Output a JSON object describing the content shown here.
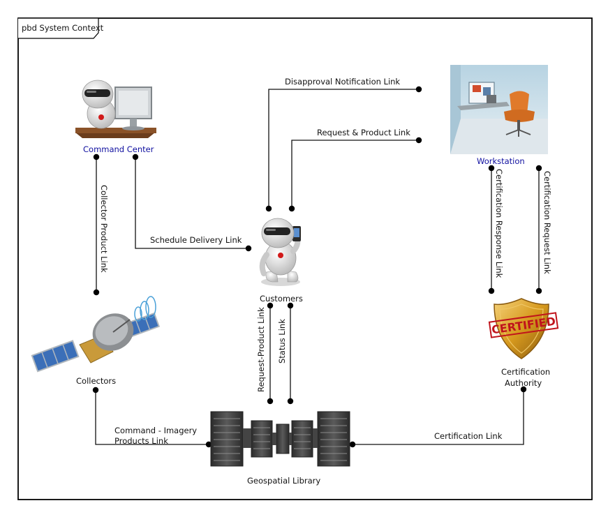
{
  "frame": {
    "title": "pbd System Context"
  },
  "nodes": {
    "command_center": {
      "label": "Command Center",
      "icon": "robot-at-computer-icon",
      "label_color": "#1010a0"
    },
    "workstation": {
      "label": "Workstation",
      "icon": "office-workstation-icon",
      "label_color": "#1010a0"
    },
    "customers": {
      "label": "Customers",
      "icon": "robot-with-phone-icon"
    },
    "collectors": {
      "label": "Collectors",
      "icon": "satellite-icon"
    },
    "certification_authority": {
      "label_line1": "Certification",
      "label_line2": "Authority",
      "icon": "certified-shield-icon"
    },
    "geospatial_library": {
      "label": "Geospatial Library",
      "icon": "server-racks-icon"
    }
  },
  "links": {
    "disapproval_notification": "Disapproval Notification Link",
    "request_product": "Request & Product Link",
    "collector_product": "Collector Product Link",
    "schedule_delivery": "Schedule Delivery Link",
    "certification_response": "Certification Response Link",
    "certification_request": "Certification Request Link",
    "request_product_library": "Request-Product Link",
    "status": "Status Link",
    "command_imagery_line1": "Command - Imagery",
    "command_imagery_line2": "Products Link",
    "certification": "Certification Link"
  },
  "colors": {
    "shield_gold": "#d79a1e",
    "stamp_red": "#c0141c",
    "solar_panel_blue": "#3b6fb8",
    "server_dark": "#3a3a3a"
  }
}
